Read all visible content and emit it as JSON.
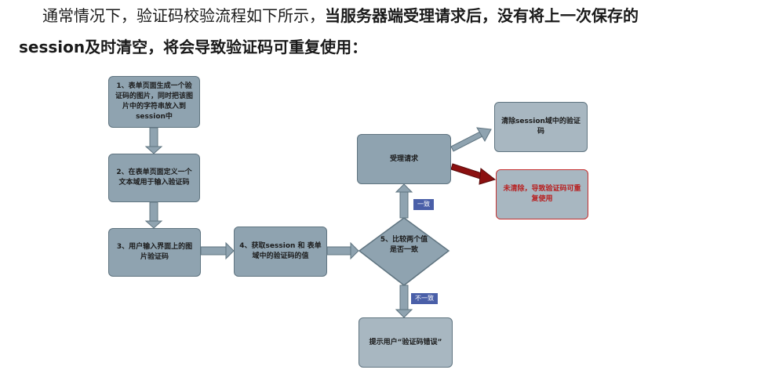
{
  "intro": {
    "line1_normal": "通常情况下，验证码校验流程如下所示，",
    "line1_bold": "当服务器端受理请求后，没有将上一次保存的",
    "line2_bold": "session及时清空，将会导致验证码可重复使用："
  },
  "flow": {
    "step1": "1、表单页面生成一个验证码的图片，同时把该图片中的字符串放入到session中",
    "step2": "2、在表单页面定义一个文本域用于输入验证码",
    "step3": "3、用户输入界面上的图片验证码",
    "step4": "4、获取session 和 表单域中的验证码的值",
    "step5": "5、比较两个值是否一致",
    "accept": "受理请求",
    "clear": "清除session域中的验证码",
    "not_clear": "未清除，导致验证码可重复使用",
    "error": "提示用户“验证码错误”",
    "yes_label": "一致",
    "no_label": "不一致"
  },
  "colors": {
    "box_fill": "#8fa3b0",
    "arrow": "#8fa3b0",
    "red_arrow": "#8b1010",
    "tag": "#4a5fa8"
  }
}
